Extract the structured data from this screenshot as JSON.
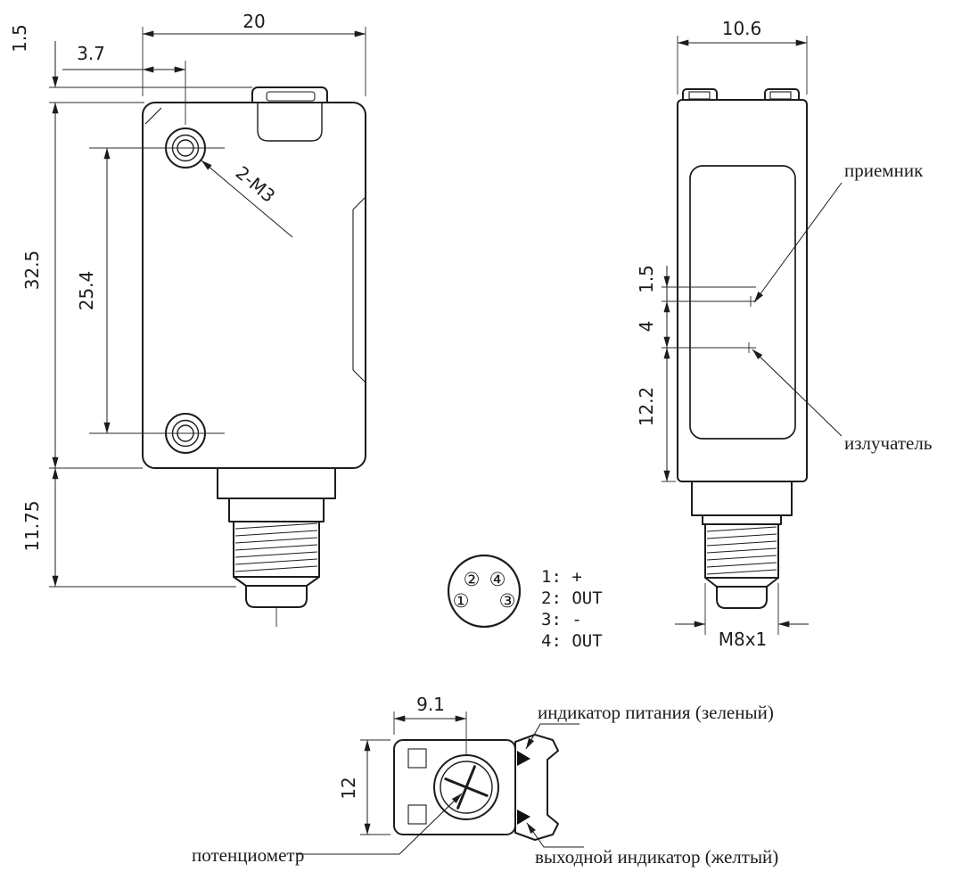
{
  "colors": {
    "ink": "#1c1c1c",
    "background": "#ffffff"
  },
  "front_view": {
    "dim_width": "20",
    "dim_tab_offset": "1.5",
    "dim_hole_offset": "3.7",
    "dim_body_height": "32.5",
    "dim_hole_spacing": "25.4",
    "dim_connector_length": "11.75",
    "hole_note": "2-M3"
  },
  "side_view": {
    "dim_width": "10.6",
    "dim_receiver_offset": "1.5",
    "dim_beam_spacing": "4",
    "dim_emitter_offset": "12.2",
    "receiver_label": "приемник",
    "emitter_label": "излучатель",
    "thread_label": "M8x1"
  },
  "pinout": {
    "pins": {
      "p2": "②",
      "p4": "④",
      "p1": "①",
      "p3": "③"
    },
    "legend": [
      "1: +",
      "2: OUT",
      "3: -",
      "4: OUT"
    ]
  },
  "top_view": {
    "dim_width": "9.1",
    "dim_height": "12",
    "power_indicator_label": "индикатор питания (зеленый)",
    "output_indicator_label": "выходной индикатор (желтый)",
    "potentiometer_label": "потенциометр"
  }
}
